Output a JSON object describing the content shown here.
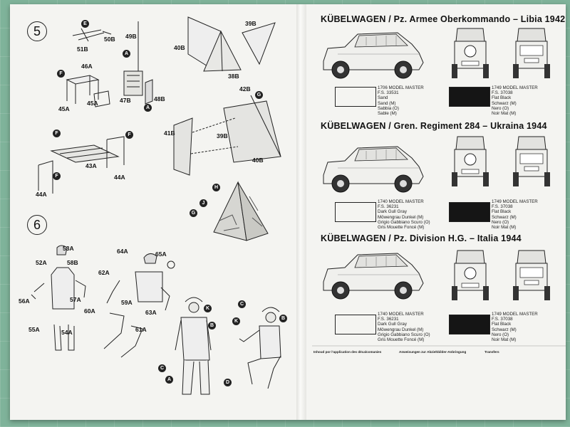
{
  "steps": [
    "5",
    "6"
  ],
  "parts_step5": {
    "p1": "50B",
    "p2": "51B",
    "p3": "49B",
    "p4": "46A",
    "p5": "45A",
    "p6": "45A",
    "p7": "47B",
    "p8": "48B",
    "p9": "39B",
    "p10": "40B",
    "p11": "38B",
    "p12": "42B",
    "p13": "41B",
    "p14": "39B",
    "p15": "40B",
    "p16": "43A",
    "p17": "44A",
    "p18": "44A"
  },
  "parts_step6": {
    "p1": "53A",
    "p2": "52A",
    "p3": "58B",
    "p4": "57A",
    "p5": "56A",
    "p6": "55A",
    "p7": "54A",
    "p8": "64A",
    "p9": "65A",
    "p10": "62A",
    "p11": "59A",
    "p12": "63A",
    "p13": "60A",
    "p14": "61A"
  },
  "callouts": {
    "E": "E",
    "A": "A",
    "F": "F",
    "G": "G",
    "H": "H",
    "J": "J",
    "K": "K",
    "B": "B",
    "C": "C",
    "D": "D"
  },
  "schemes": [
    {
      "title": "KÜBELWAGEN / Pz. Armee Oberkommando – Libia 1942",
      "paint_a": {
        "color": "#f4f4f1",
        "text": "1706 MODEL MASTER\nF.S. 33531\nSand\nSand (M)\nSabbia (O)\nSable (M)"
      },
      "paint_b": {
        "color": "#151515",
        "text": "1749 MODEL MASTER\nF.S. 37038\nFlat Black\nSchwarz (M)\nNero (O)\nNoir Mat (M)"
      }
    },
    {
      "title": "KÜBELWAGEN / Gren. Regiment 284 – Ukraina 1944",
      "paint_a": {
        "color": "#f4f4f1",
        "text": "1740 MODEL MASTER\nF.S. 36231\nDark Gull Gray\nMöwengrau Dunkel (M)\nGrigio Gabbiano Scuro (O)\nGris Mouette Foncé (M)"
      },
      "paint_b": {
        "color": "#151515",
        "text": "1749 MODEL MASTER\nF.S. 37038\nFlat Black\nSchwarz (M)\nNero (O)\nNoir Mat (M)"
      }
    },
    {
      "title": "KÜBELWAGEN / Pz. Division H.G. – Italia 1944",
      "paint_a": {
        "color": "#f4f4f1",
        "text": "1740 MODEL MASTER\nF.S. 36231\nDark Gull Gray\nMöwengrau Dunkel (M)\nGrigio Gabbiano Scuro (O)\nGris Mouette Foncé (M)"
      },
      "paint_b": {
        "color": "#151515",
        "text": "1749 MODEL MASTER\nF.S. 37038\nFlat Black\nSchwarz (M)\nNero (O)\nNoir Mat (M)"
      }
    }
  ],
  "instructions": {
    "col1_head": "Inhoud por l'application des décalcomanies",
    "col2_head": "Anweisungen zur Abziehbilder-Anbringung",
    "col3_head": "Transfers"
  }
}
